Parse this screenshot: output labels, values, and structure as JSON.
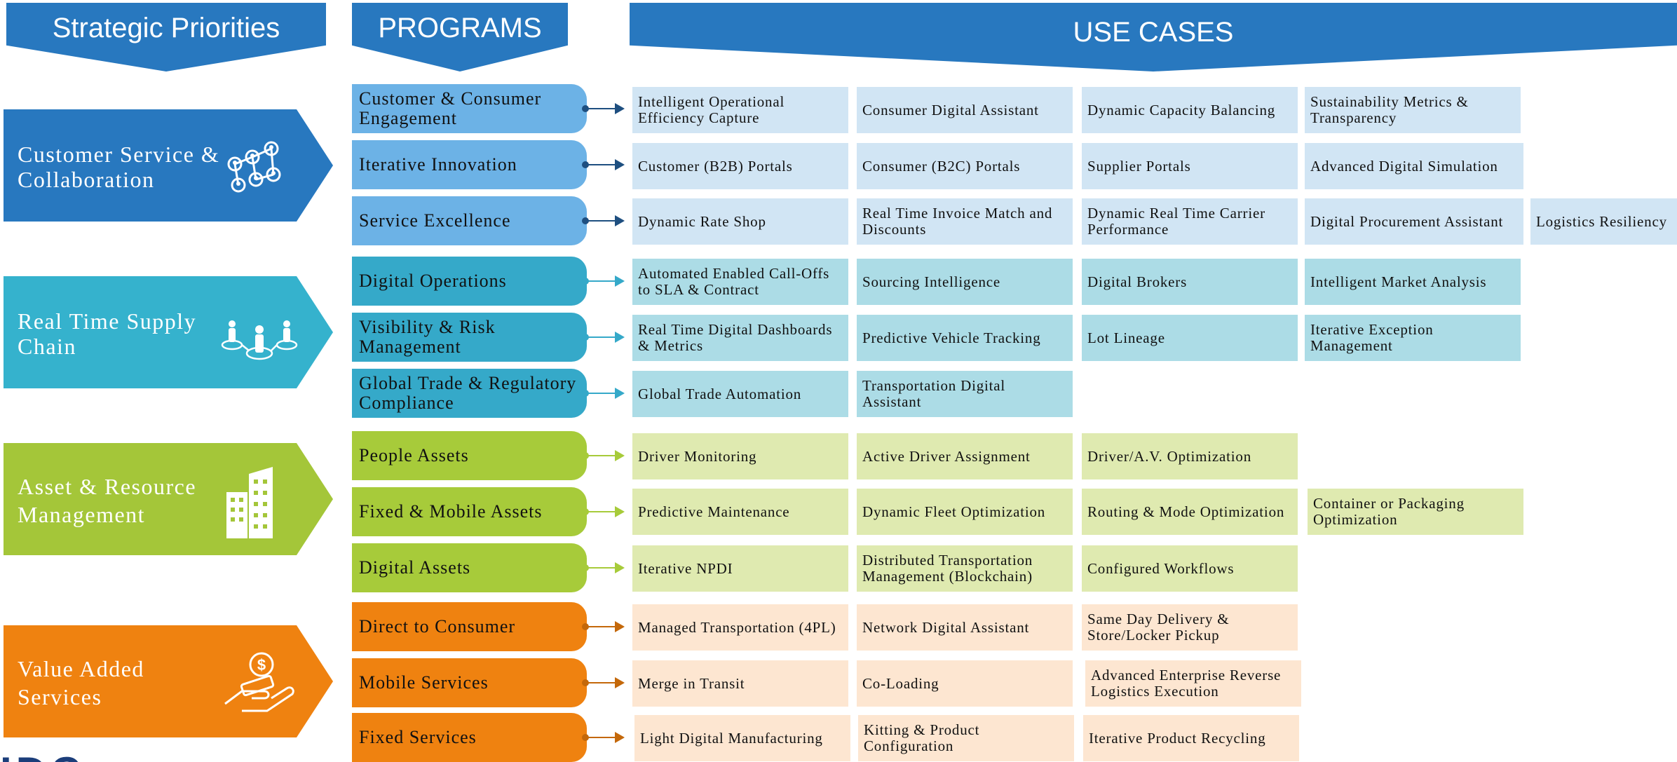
{
  "headers": {
    "strategic": "Strategic Priorities",
    "programs": "PROGRAMS",
    "use_cases": "USE CASES"
  },
  "colors": {
    "header": "#2878bf",
    "blue_dark": "#2878bf",
    "blue_prog": "#6cb2e6",
    "blue_uc": "#d1e5f4",
    "teal_dark": "#35b2cd",
    "teal_prog": "#35a9c9",
    "teal_uc": "#acdce6",
    "green_dark": "#a4c639",
    "green_prog": "#a7cb3a",
    "green_uc": "#dfeab0",
    "orange_dark": "#ef8210",
    "orange_prog": "#ef8210",
    "orange_uc": "#fde6d1"
  },
  "strategic_priorities": [
    {
      "label": "Customer Service & Collaboration",
      "icon": "network-people-icon"
    },
    {
      "label": "Real Time Supply Chain",
      "icon": "connected-people-icon"
    },
    {
      "label": "Asset & Resource Management",
      "icon": "buildings-icon"
    },
    {
      "label": "Value Added Services",
      "icon": "hand-money-icon"
    }
  ],
  "programs": [
    {
      "label": "Customer & Consumer Engagement",
      "use_cases": [
        "Intelligent Operational Efficiency Capture",
        "Consumer Digital Assistant",
        "Dynamic Capacity Balancing",
        "Sustainability Metrics & Transparency"
      ]
    },
    {
      "label": "Iterative Innovation",
      "use_cases": [
        "Customer (B2B) Portals",
        "Consumer (B2C) Portals",
        "Supplier Portals",
        "Advanced Digital Simulation"
      ]
    },
    {
      "label": "Service Excellence",
      "use_cases": [
        "Dynamic Rate Shop",
        "Real Time Invoice Match and Discounts",
        "Dynamic Real Time Carrier Performance",
        "Digital Procurement Assistant",
        "Logistics Resiliency"
      ]
    },
    {
      "label": "Digital Operations",
      "use_cases": [
        "Automated Enabled Call-Offs to SLA & Contract",
        "Sourcing Intelligence",
        "Digital Brokers",
        "Intelligent Market Analysis"
      ]
    },
    {
      "label": "Visibility & Risk Management",
      "use_cases": [
        "Real Time Digital Dashboards & Metrics",
        "Predictive Vehicle Tracking",
        "Lot Lineage",
        "Iterative Exception Management"
      ]
    },
    {
      "label": "Global Trade & Regulatory Compliance",
      "use_cases": [
        "Global Trade Automation",
        "Transportation Digital Assistant"
      ]
    },
    {
      "label": "People Assets",
      "use_cases": [
        "Driver Monitoring",
        "Active Driver Assignment",
        "Driver/A.V. Optimization"
      ]
    },
    {
      "label": "Fixed & Mobile Assets",
      "use_cases": [
        "Predictive Maintenance",
        "Dynamic Fleet Optimization",
        "Routing & Mode Optimization",
        "Container or Packaging Optimization"
      ]
    },
    {
      "label": "Digital Assets",
      "use_cases": [
        "Iterative NPDI",
        "Distributed Transportation Management (Blockchain)",
        "Configured Workflows"
      ]
    },
    {
      "label": "Direct to Consumer",
      "use_cases": [
        "Managed Transportation (4PL)",
        "Network Digital Assistant",
        "Same Day Delivery & Store/Locker Pickup"
      ]
    },
    {
      "label": "Mobile Services",
      "use_cases": [
        "Merge in Transit",
        "Co-Loading",
        "Advanced Enterprise Reverse Logistics Execution"
      ]
    },
    {
      "label": "Fixed Services",
      "use_cases": [
        "Light Digital Manufacturing",
        "Kitting & Product Configuration",
        "Iterative Product Recycling"
      ]
    }
  ],
  "logo_text": "IDC"
}
